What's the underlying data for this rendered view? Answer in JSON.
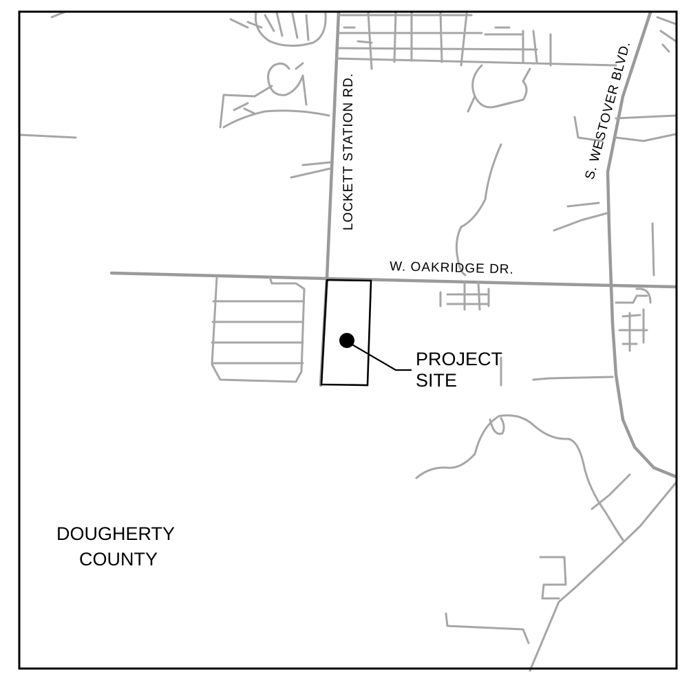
{
  "streets": {
    "lockett": "LOCKETT STATION RD.",
    "westover": "S. WESTOVER BLVD.",
    "oakridge": "W. OAKRIDGE DR."
  },
  "project_site": {
    "line1": "PROJECT",
    "line2": "SITE"
  },
  "county": {
    "line1": "DOUGHERTY",
    "line2": "COUNTY"
  },
  "colors": {
    "roads": "#a6a6a6",
    "outline": "#000000"
  }
}
